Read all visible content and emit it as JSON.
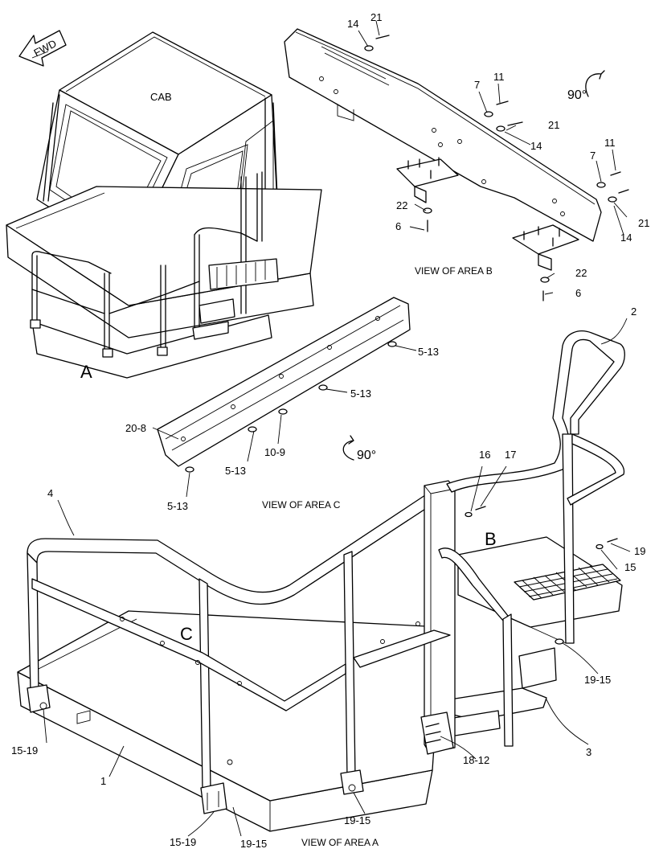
{
  "labels": {
    "fwd": "FWD",
    "cab": "CAB",
    "area_a": "A",
    "area_b": "B",
    "area_c": "C",
    "rot_b": "90°",
    "rot_c": "90°",
    "view_b": "VIEW OF AREA B",
    "view_c": "VIEW OF AREA C",
    "view_a": "VIEW OF AREA  A"
  },
  "callouts": {
    "b_14a": "14",
    "b_21a": "21",
    "b_7a": "7",
    "b_11a": "11",
    "b_21b": "21",
    "b_14b": "14",
    "b_7b": "7",
    "b_11b": "11",
    "b_21c": "21",
    "b_14c": "14",
    "b_22a": "22",
    "b_6a": "6",
    "b_22b": "22",
    "b_6b": "6",
    "c_5_13a": "5-13",
    "c_5_13b": "5-13",
    "c_20_8": "20-8",
    "c_5_13c": "5-13",
    "c_10_9": "10-9",
    "c_5_13d": "5-13",
    "a_2": "2",
    "a_4": "4",
    "a_16": "16",
    "a_17": "17",
    "a_19": "19",
    "a_15": "15",
    "a_19_15a": "19-15",
    "a_3": "3",
    "a_18_12": "18-12",
    "a_15_19a": "15-19",
    "a_1": "1",
    "a_19_15b": "19-15",
    "a_15_19b": "15-19",
    "a_19_15c": "19-15"
  }
}
